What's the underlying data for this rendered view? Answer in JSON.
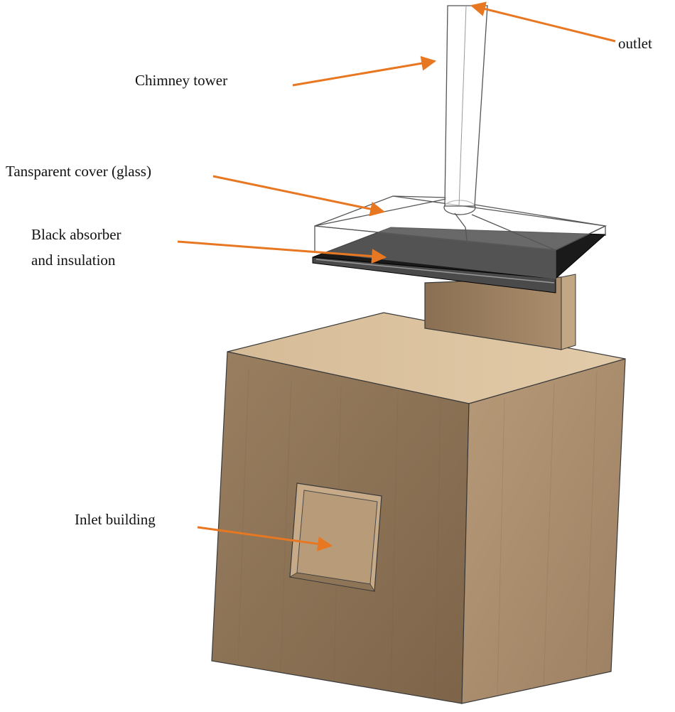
{
  "labels": {
    "outlet": "outlet",
    "chimney_tower": "Chimney tower",
    "transparent_cover": "Tansparent cover (glass)",
    "absorber_line1": "Black absorber",
    "absorber_line2": "and insulation",
    "inlet_building": "Inlet building"
  },
  "colors": {
    "arrow": "#e87722",
    "wood_front": "#8d7356",
    "wood_side": "#a98d6c",
    "wood_top": "#d9bf9c",
    "absorber": "#1a1a1a",
    "glass_edge": "#666666"
  }
}
